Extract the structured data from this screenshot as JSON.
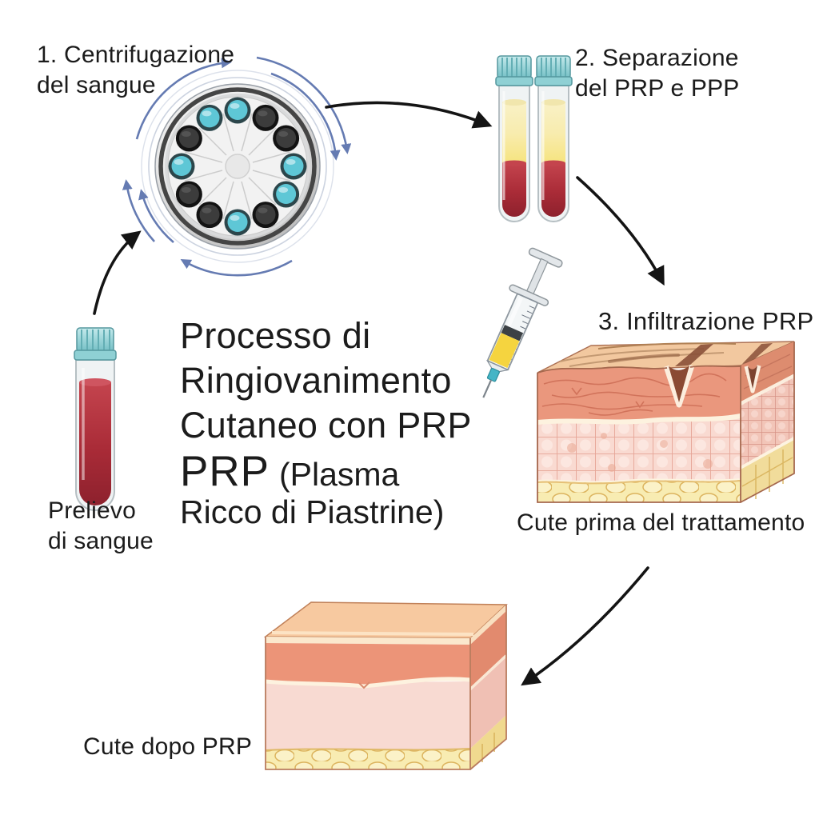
{
  "diagram": {
    "background": "#ffffff",
    "title": "Processo di\nRingiovanimento\nCutaneo con PRP",
    "subtitle_prp": "PRP",
    "subtitle_rest": "(Plasma\nRicco di Piastrine)",
    "steps": [
      {
        "id": 1,
        "label": "1. Centrifugazione\ndel sangue"
      },
      {
        "id": 2,
        "label": "2. Separazione\ndel PRP e PPP"
      },
      {
        "id": 3,
        "label": "3. Infiltrazione PRP"
      }
    ],
    "labels": {
      "blood_draw": "Prelievo\ndi sangue",
      "skin_before": "Cute prima del trattamento",
      "skin_after": "Cute dopo PRP"
    },
    "centrifuge": {
      "slot_colors_clockwise_from_top": [
        "teal",
        "black",
        "black",
        "teal",
        "teal",
        "black",
        "teal",
        "black",
        "black",
        "teal",
        "black",
        "teal"
      ],
      "slot_teal": "#5ec7d6",
      "slot_black": "#3c3c3c"
    },
    "colors": {
      "text": "#1b1b1b",
      "arrow_black": "#141414",
      "rotation_arrow_blue": "#5d74ae",
      "cap_teal": "#8fd0d4",
      "blood_red": "#b02c38",
      "plasma_yellow": "#f7e47e",
      "skin_surface": "#f2c89f",
      "epidermis": "#ea977d",
      "dermis": "#f8dad2",
      "fat": "#f8ecb2"
    },
    "flow": [
      {
        "from": "Prelievo di sangue",
        "to": "1. Centrifugazione del sangue"
      },
      {
        "from": "1. Centrifugazione del sangue",
        "to": "2. Separazione del PRP e PPP"
      },
      {
        "from": "2. Separazione del PRP e PPP",
        "to": "3. Infiltrazione PRP"
      },
      {
        "from": "Cute prima del trattamento",
        "to": "Cute dopo PRP"
      }
    ]
  }
}
